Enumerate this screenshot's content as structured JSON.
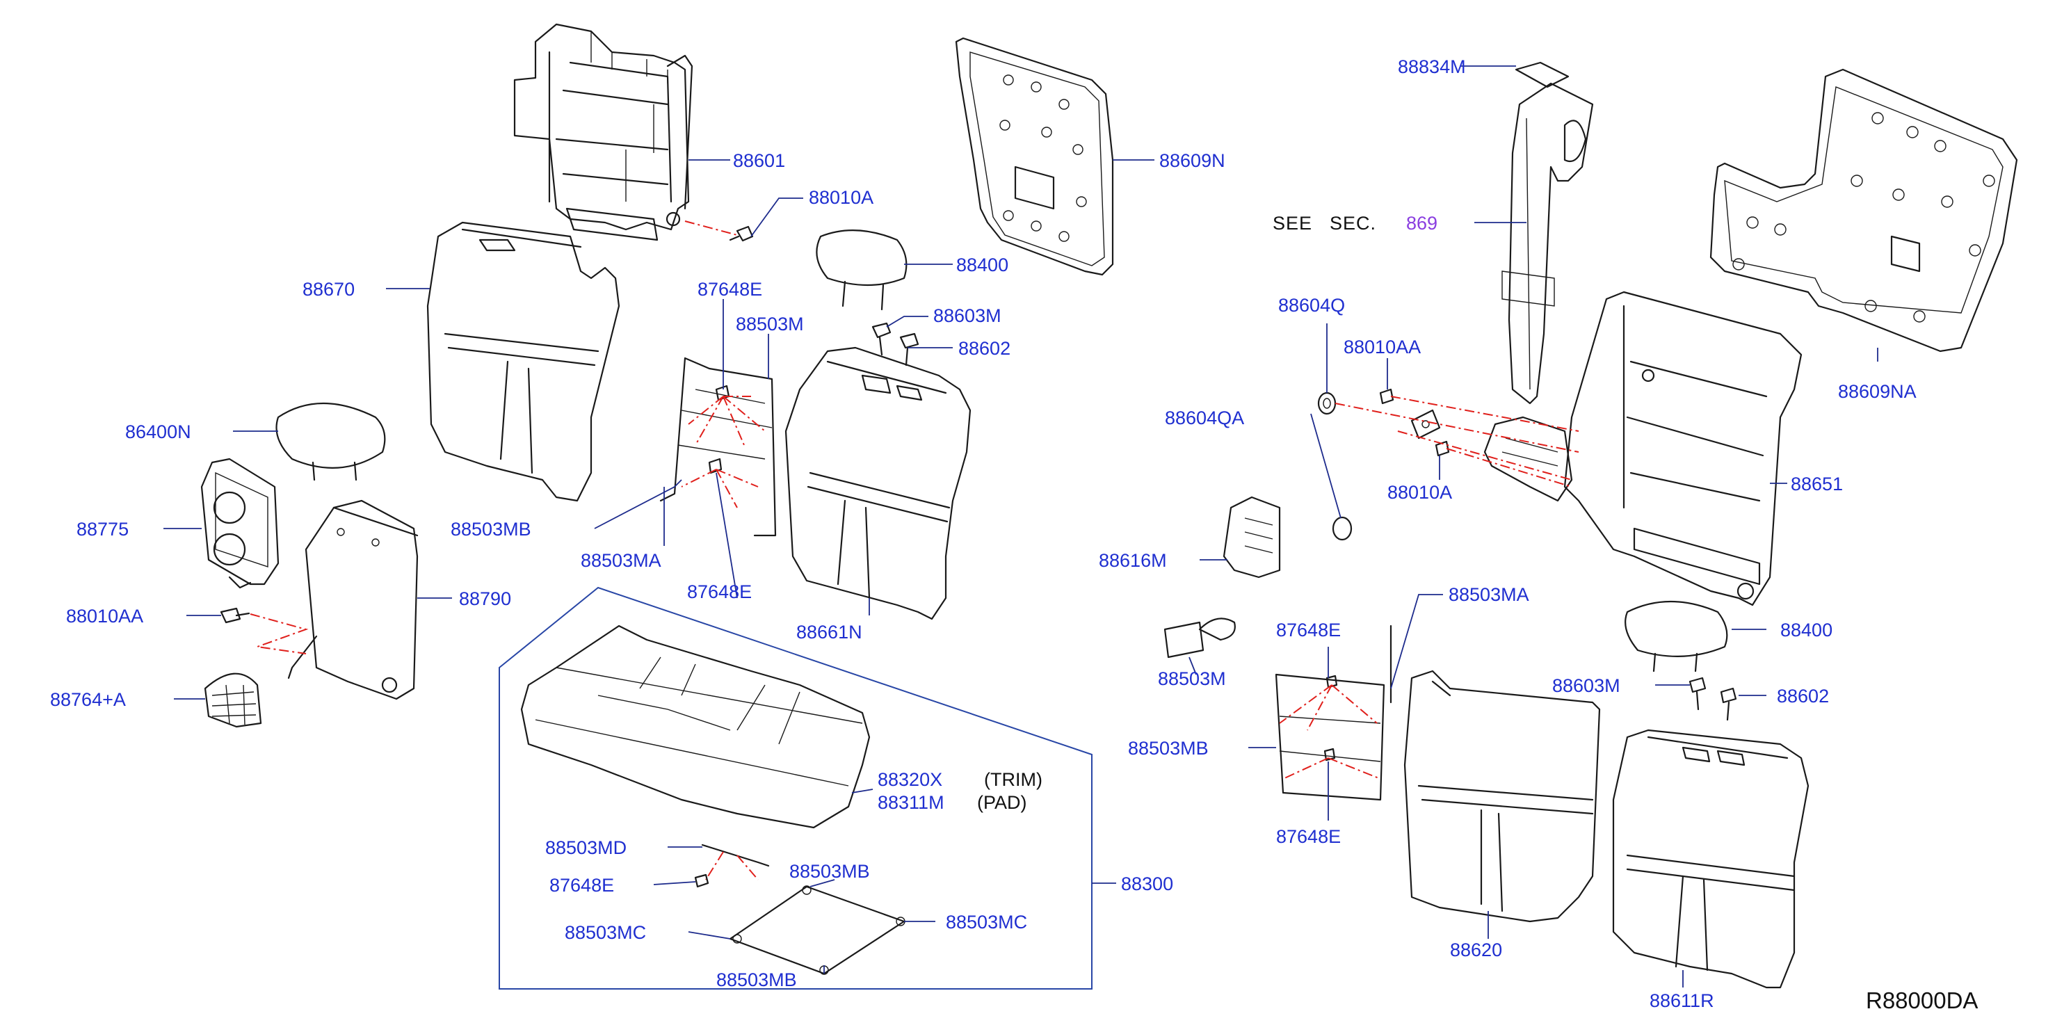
{
  "diagram": {
    "code": "R88000DA",
    "see_sec": {
      "prefix": "SEE",
      "word": "SEC.",
      "number": "869"
    },
    "labels": {
      "p88601": "88601",
      "p88010A_l": "88010A",
      "p88609N": "88609N",
      "p88670": "88670",
      "p88400_l": "88400",
      "p87648E_a": "87648E",
      "p88503M_l": "88503M",
      "p88603M_l": "88603M",
      "p88602_l": "88602",
      "p86400N": "86400N",
      "p88775": "88775",
      "p88503MB_l": "88503MB",
      "p88503MA_l": "88503MA",
      "p87648E_b": "87648E",
      "p88661N": "88661N",
      "p88790": "88790",
      "p88010AA_l": "88010AA",
      "p88764A": "88764+A",
      "p88320X": "88320X",
      "trim": "(TRIM)",
      "p88311M": "88311M",
      "pad": "(PAD)",
      "p88503MD": "88503MD",
      "p87648E_c": "87648E",
      "p88503MB_c1": "88503MB",
      "p88503MC_a": "88503MC",
      "p88503MC_b": "88503MC",
      "p88503MB_c2": "88503MB",
      "p88300": "88300",
      "p88834M": "88834M",
      "p88604Q": "88604Q",
      "p88010AA_r": "88010AA",
      "p88604QA": "88604QA",
      "p88010A_r": "88010A",
      "p88609NA": "88609NA",
      "p88651": "88651",
      "p88616M": "88616M",
      "p88503MA_r": "88503MA",
      "p87648E_d": "87648E",
      "p88503M_r": "88503M",
      "p88503MB_r": "88503MB",
      "p87648E_e": "87648E",
      "p88400_r": "88400",
      "p88603M_r": "88603M",
      "p88602_r": "88602",
      "p88620": "88620",
      "p88611R": "88611R"
    }
  },
  "colors": {
    "label": "#1f2fd0",
    "section_link": "#8a3ee0",
    "leader": "#1d2b8c",
    "dash": "#e0201c",
    "linework": "#1a1a1a"
  }
}
